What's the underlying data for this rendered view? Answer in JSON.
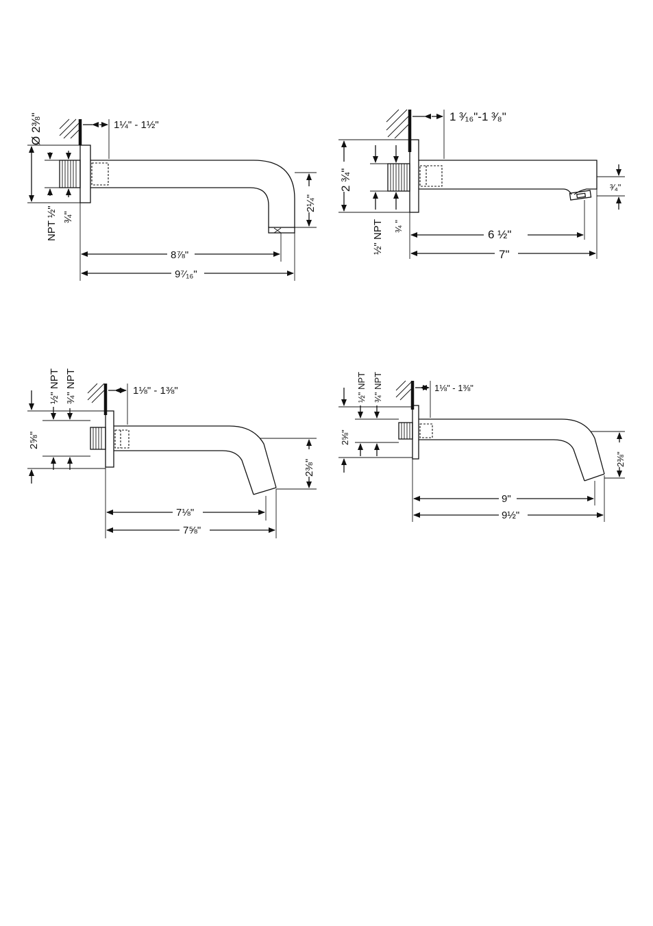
{
  "drawings": [
    {
      "labels": {
        "dia": "Ø 2⅜\"",
        "wall_range": "1¼\" - 1½\"",
        "npt": "NPT ½\"",
        "thread": "¾\"",
        "drop": "2¼\"",
        "inner_len": "8⅞\"",
        "outer_len": "9⁷⁄₁₆\""
      }
    },
    {
      "labels": {
        "height": "2 ¾\"",
        "wall_range": "1 ³⁄₁₆\"-1 ³⁄₈\"",
        "npt": "½\" NPT",
        "thread": "¾ \"",
        "drop": "³⁄₄\"",
        "inner_len": "6 ½\"",
        "outer_len": "7\""
      }
    },
    {
      "labels": {
        "npt": "½\" NPT",
        "thread": "¾\" NPT",
        "wall_range": "1⅛\" - 1⅜\"",
        "height": "2⅝\"",
        "drop": "2⅜\"",
        "inner_len": "7⅛\"",
        "outer_len": "7⅝\""
      }
    },
    {
      "labels": {
        "npt": "½\" NPT",
        "thread": "¾\" NPT",
        "wall_range": "1⅛\" - 1⅜\"",
        "height": "2⅝\"",
        "drop": "2⅜\"",
        "inner_len": "9\"",
        "outer_len": "9½\""
      }
    }
  ]
}
